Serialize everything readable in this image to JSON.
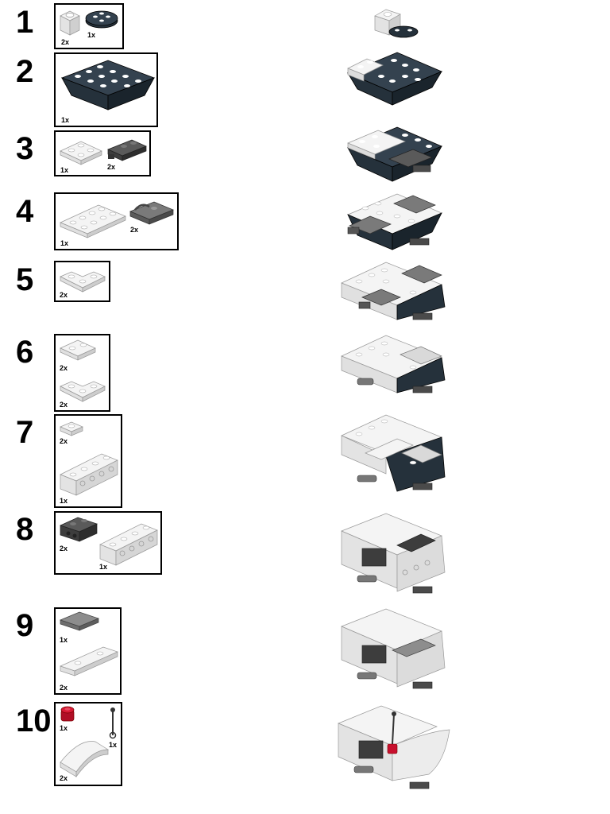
{
  "colors": {
    "white": "#f4f4f4",
    "white_side": "#d9d9d9",
    "white_dark": "#bdbdbd",
    "black": "#25313b",
    "black_side": "#121a20",
    "dark_gray": "#5a5a5a",
    "mid_gray": "#8d8d8d",
    "red": "#c8102e",
    "outline": "#333333"
  },
  "steps": [
    {
      "number": "1",
      "parts": [
        {
          "qty": "2x",
          "icon": "white-brick-1x1-icon"
        },
        {
          "qty": "1x",
          "icon": "black-round-plate-icon"
        }
      ]
    },
    {
      "number": "2",
      "parts": [
        {
          "qty": "1x",
          "icon": "black-inverted-slope-icon"
        }
      ]
    },
    {
      "number": "3",
      "parts": [
        {
          "qty": "1x",
          "icon": "white-plate-2x2-icon"
        },
        {
          "qty": "2x",
          "icon": "dark-gray-clip-plate-icon"
        }
      ]
    },
    {
      "number": "4",
      "parts": [
        {
          "qty": "1x",
          "icon": "white-plate-2x4-icon"
        },
        {
          "qty": "2x",
          "icon": "gray-handle-plate-icon"
        }
      ]
    },
    {
      "number": "5",
      "parts": [
        {
          "qty": "2x",
          "icon": "white-corner-plate-icon"
        }
      ]
    },
    {
      "number": "6",
      "parts": [
        {
          "qty": "2x",
          "icon": "white-plate-1x2-icon"
        },
        {
          "qty": "2x",
          "icon": "white-corner-plate-icon"
        }
      ]
    },
    {
      "number": "7",
      "parts": [
        {
          "qty": "2x",
          "icon": "white-plate-1x1-icon"
        },
        {
          "qty": "1x",
          "icon": "white-technic-brick-1x4-icon"
        }
      ]
    },
    {
      "number": "8",
      "parts": [
        {
          "qty": "2x",
          "icon": "dark-gray-bracket-icon"
        },
        {
          "qty": "1x",
          "icon": "white-technic-brick-1x4-icon"
        }
      ]
    },
    {
      "number": "9",
      "parts": [
        {
          "qty": "1x",
          "icon": "gray-tile-1x2-icon"
        },
        {
          "qty": "2x",
          "icon": "white-plate-1x4-icon"
        }
      ]
    },
    {
      "number": "10",
      "parts": [
        {
          "qty": "1x",
          "icon": "red-round-brick-icon"
        },
        {
          "qty": "1x",
          "icon": "antenna-bar-icon"
        },
        {
          "qty": "2x",
          "icon": "white-curved-slope-icon"
        }
      ]
    }
  ]
}
